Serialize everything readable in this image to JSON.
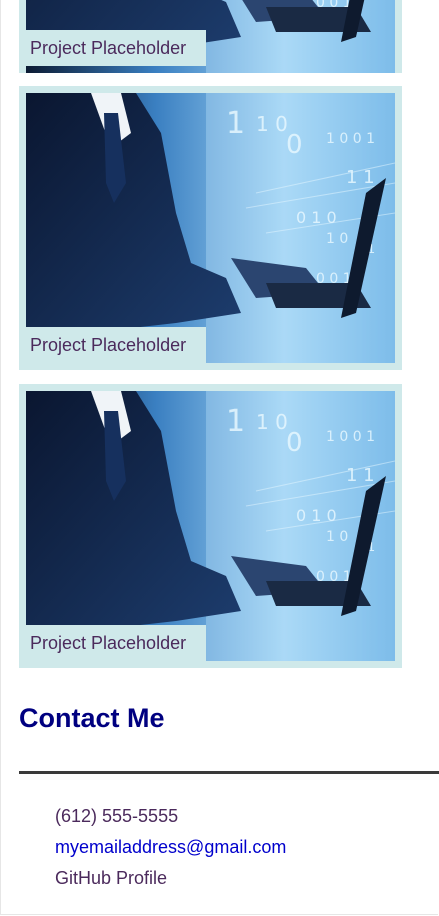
{
  "projects": [
    {
      "caption": "Project Placeholder"
    },
    {
      "caption": "Project Placeholder"
    },
    {
      "caption": "Project Placeholder"
    }
  ],
  "contact": {
    "heading": "Contact Me",
    "phone": "(612) 555-5555",
    "email": "myemailaddress@gmail.com",
    "github": "GitHub Profile"
  },
  "colors": {
    "card_background": "#cfe9ea",
    "heading": "#000080",
    "link": "#0000cc",
    "text": "#4b2a5c"
  }
}
